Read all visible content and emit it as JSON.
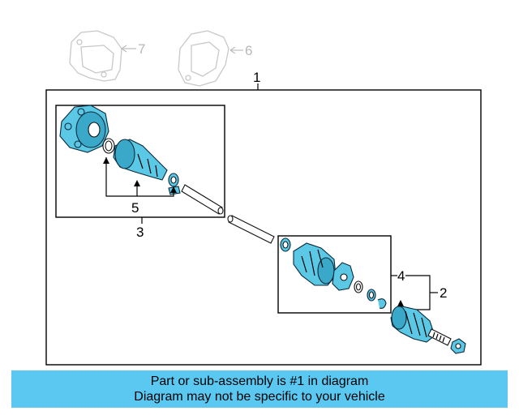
{
  "callouts": {
    "c1": "1",
    "c2": "2",
    "c3": "3",
    "c4": "4",
    "c5": "5",
    "c6": "6",
    "c7": "7"
  },
  "banner": {
    "line1": "Part or sub-assembly is #1 in diagram",
    "line2": "Diagram may not be specific to your vehicle"
  },
  "colors": {
    "part_fill": "#5bc8e6",
    "banner_bg": "#5bc8f2"
  }
}
